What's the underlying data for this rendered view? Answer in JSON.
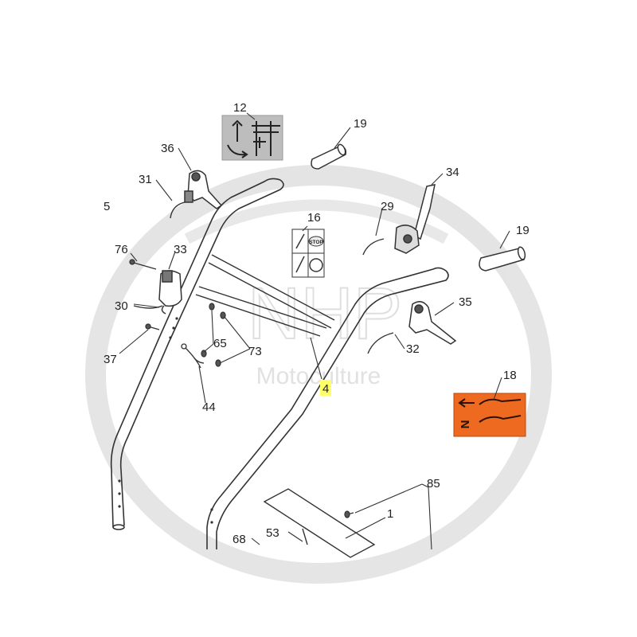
{
  "watermark": {
    "brand": "NHP",
    "sub": "Motoculture",
    "color": "#dcdcdc"
  },
  "callouts": {
    "c1": "1",
    "c4": "4",
    "c5": "5",
    "c12": "12",
    "c16": "16",
    "c18": "18",
    "c19a": "19",
    "c19b": "19",
    "c29": "29",
    "c30": "30",
    "c31": "31",
    "c32": "32",
    "c33": "33",
    "c34": "34",
    "c35": "35",
    "c36": "36",
    "c37": "37",
    "c44": "44",
    "c53": "53",
    "c65": "65",
    "c68": "68",
    "c73": "73",
    "c76": "76",
    "c85": "85"
  },
  "decals": {
    "stop_label": "STOP",
    "direction_letter": "N"
  },
  "colors": {
    "line": "#333333",
    "decal_gray": "#bdbdbd",
    "decal_orange": "#ef6a21",
    "highlight": "#ffff66"
  },
  "icons": {
    "decal_12": "lever-engage-arrow-icon",
    "decal_16": "stop-lever-icon",
    "decal_18": "forward-neutral-lever-icon"
  }
}
